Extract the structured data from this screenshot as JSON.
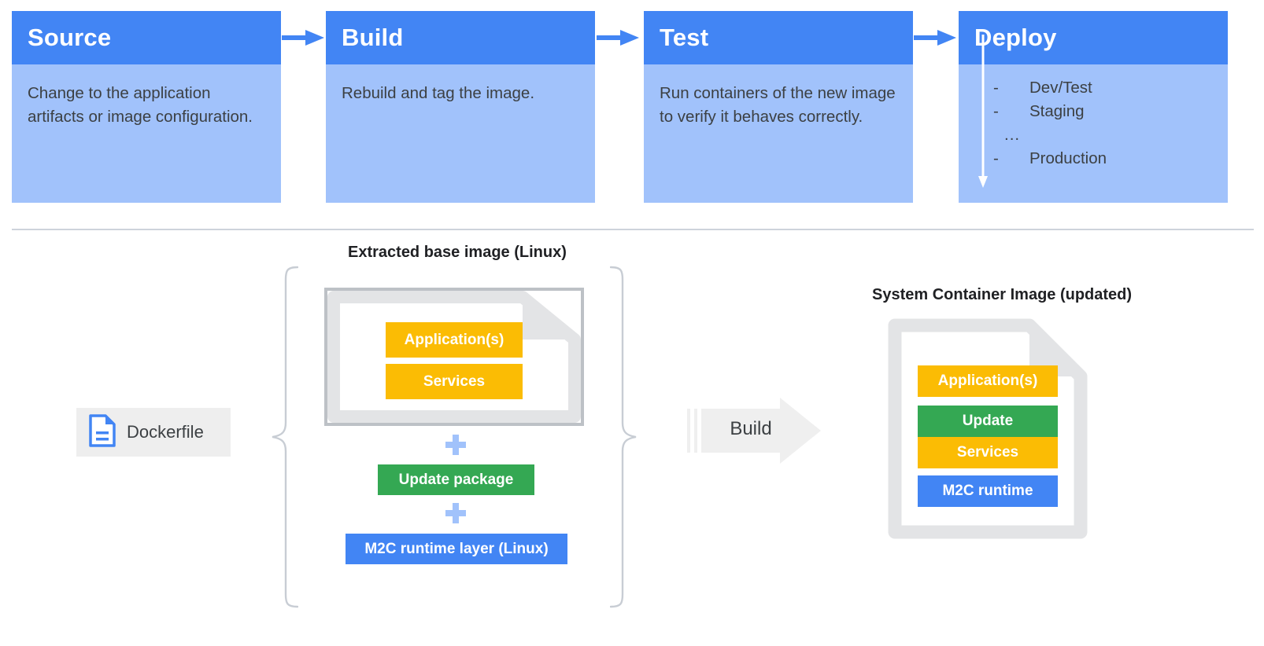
{
  "pipeline": {
    "stages": [
      {
        "title": "Source",
        "description": "Change to the application artifacts or image configuration.",
        "name": "source"
      },
      {
        "title": "Build",
        "description": "Rebuild and tag the image.",
        "name": "build"
      },
      {
        "title": "Test",
        "description": "Run containers of the new image to verify it behaves correctly.",
        "name": "test"
      },
      {
        "title": "Deploy",
        "description": "",
        "name": "deploy"
      }
    ],
    "deploy_environments": [
      {
        "dash": "-",
        "label": "Dev/Test"
      },
      {
        "dash": "-",
        "label": "Staging"
      },
      {
        "dash": "-",
        "label": "Production"
      }
    ],
    "deploy_ellipsis": "...",
    "arrow_icon": "arrow-right-icon"
  },
  "lower": {
    "left_caption": "Extracted base image (Linux)",
    "right_caption": "System Container Image (updated)",
    "dockerfile": {
      "label": "Dockerfile",
      "icon": "document-icon"
    },
    "base_image_layers": [
      {
        "label": "Application(s)",
        "color": "#fbbc04"
      },
      {
        "label": "Services",
        "color": "#fbbc04"
      }
    ],
    "stack_additions": [
      {
        "label": "Update package",
        "color": "#34a853"
      },
      {
        "label": "M2C runtime layer (Linux)",
        "color": "#4285f4"
      }
    ],
    "plus_symbol": "+",
    "build_action": {
      "label": "Build",
      "icon": "block-arrow-right-icon"
    },
    "output_layers": [
      {
        "label": "Application(s)",
        "color": "#fbbc04"
      },
      {
        "label": "Update",
        "color": "#34a853"
      },
      {
        "label": "Services",
        "color": "#fbbc04"
      },
      {
        "label": "M2C runtime",
        "color": "#4285f4"
      }
    ]
  },
  "colors": {
    "header_blue": "#4285f4",
    "body_blue": "#a1c2fb",
    "yellow": "#fbbc04",
    "green": "#34a853",
    "blue": "#4285f4",
    "grey_border": "#bdc1c6",
    "divider": "#ced3db",
    "text": "#3c4043"
  }
}
